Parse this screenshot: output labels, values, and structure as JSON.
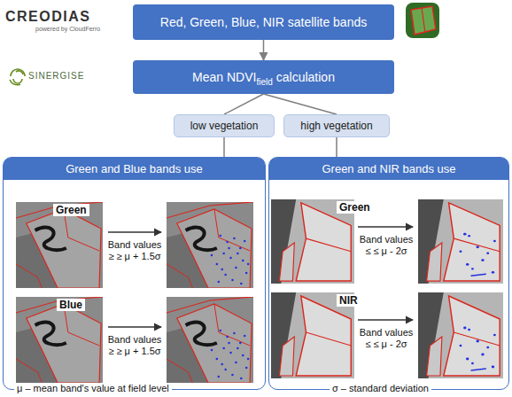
{
  "diagram": {
    "nodes": [
      {
        "text": [
          "Red, Green, Blue, NIR satellite bands"
        ]
      },
      {
        "text": [
          "Mean NDVI",
          "field",
          "calculation"
        ]
      },
      {
        "text": [
          "low vegetation"
        ]
      },
      {
        "text": [
          "high vegetation"
        ]
      },
      {
        "text": [
          "Green and Blue bands use"
        ]
      },
      {
        "text": [
          "Green and NIR bands use"
        ]
      }
    ],
    "edges": [
      {
        "from": 0,
        "to": 1,
        "arrow": "to"
      },
      {
        "from": 1,
        "to": 2,
        "arrow": "none"
      },
      {
        "from": 1,
        "to": 3,
        "arrow": "none"
      },
      {
        "from": 2,
        "to": 4,
        "arrow": "none"
      },
      {
        "from": 3,
        "to": 5,
        "arrow": "none"
      }
    ],
    "labels": [
      "CREODIAS",
      "powered by CloudFerro",
      "SINERGISE",
      "Green",
      "Blue",
      "Band values ≥ ≥ μ + 1.5σ",
      "Band values ≥ ≥ μ + 1.5σ",
      "Green",
      "NIR",
      "Band values ≤ ≤ μ - 2σ",
      "Band values ≤ ≤ μ - 2σ",
      "μ – mean band's value at field level",
      "σ – standard deviation"
    ]
  }
}
